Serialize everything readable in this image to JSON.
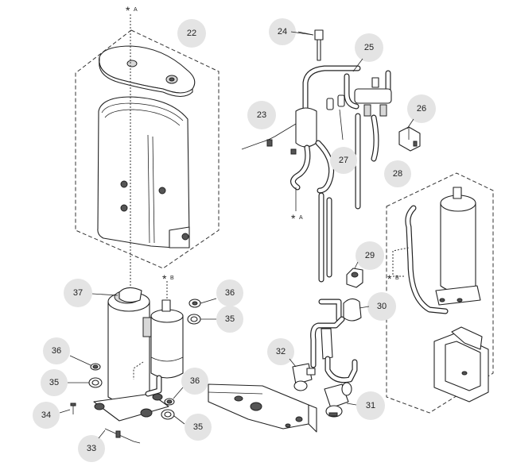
{
  "diagram": {
    "callouts": [
      {
        "id": "c22",
        "label": "22"
      },
      {
        "id": "c24",
        "label": "24"
      },
      {
        "id": "c25",
        "label": "25"
      },
      {
        "id": "c23",
        "label": "23"
      },
      {
        "id": "c26",
        "label": "26"
      },
      {
        "id": "c27",
        "label": "27"
      },
      {
        "id": "c28",
        "label": "28"
      },
      {
        "id": "c29",
        "label": "29"
      },
      {
        "id": "c30",
        "label": "30"
      },
      {
        "id": "c32",
        "label": "32"
      },
      {
        "id": "c31",
        "label": "31"
      },
      {
        "id": "c37",
        "label": "37"
      },
      {
        "id": "c36a",
        "label": "36"
      },
      {
        "id": "c35a",
        "label": "35"
      },
      {
        "id": "c36b",
        "label": "36"
      },
      {
        "id": "c35b",
        "label": "35"
      },
      {
        "id": "c34",
        "label": "34"
      },
      {
        "id": "c36c",
        "label": "36"
      },
      {
        "id": "c35c",
        "label": "35"
      },
      {
        "id": "c33",
        "label": "33"
      }
    ],
    "markers": [
      {
        "id": "mA1",
        "star": "*",
        "letter": "A"
      },
      {
        "id": "mA2",
        "star": "*",
        "letter": "A"
      },
      {
        "id": "mB1",
        "star": "*",
        "letter": "B"
      },
      {
        "id": "mB2",
        "star": "*",
        "letter": "B"
      }
    ]
  }
}
